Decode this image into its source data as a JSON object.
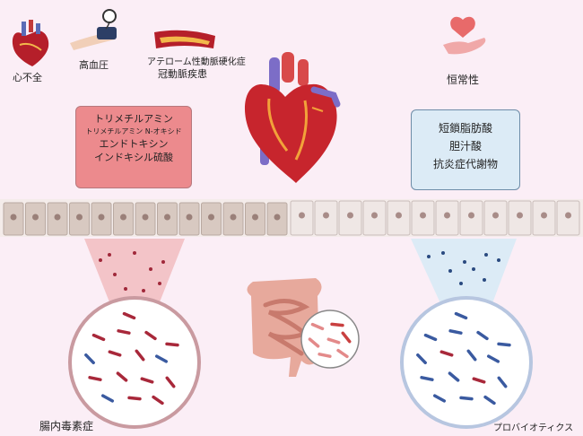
{
  "top_labels": {
    "heart_failure": "心不全",
    "hypertension": "高血圧",
    "atherosclerosis": "アテローム性動脈硬化症",
    "coronary": "冠動脈疾患",
    "homeostasis": "恒常性"
  },
  "left_box": {
    "line1": "トリメチルアミン",
    "line2": "トリメチルアミン N-オキシド",
    "line3": "エンドトキシン",
    "line4": "インドキシル硫酸"
  },
  "right_box": {
    "line1": "短鎖脂肪酸",
    "line2": "胆汁酸",
    "line3": "抗炎症代謝物"
  },
  "bottom_labels": {
    "left": "腸内毒素症",
    "right": "プロバイオティクス"
  },
  "colors": {
    "background": "#fbeef6",
    "toxin_box": "#ec8a8d",
    "healthy_box": "#dcebf6",
    "dysbiosis_cone": "#f3c4c8",
    "probiotic_cone": "#dcebf6",
    "epithelium_damaged": "#d8c9c1",
    "epithelium_healthy": "#efe7e5"
  }
}
